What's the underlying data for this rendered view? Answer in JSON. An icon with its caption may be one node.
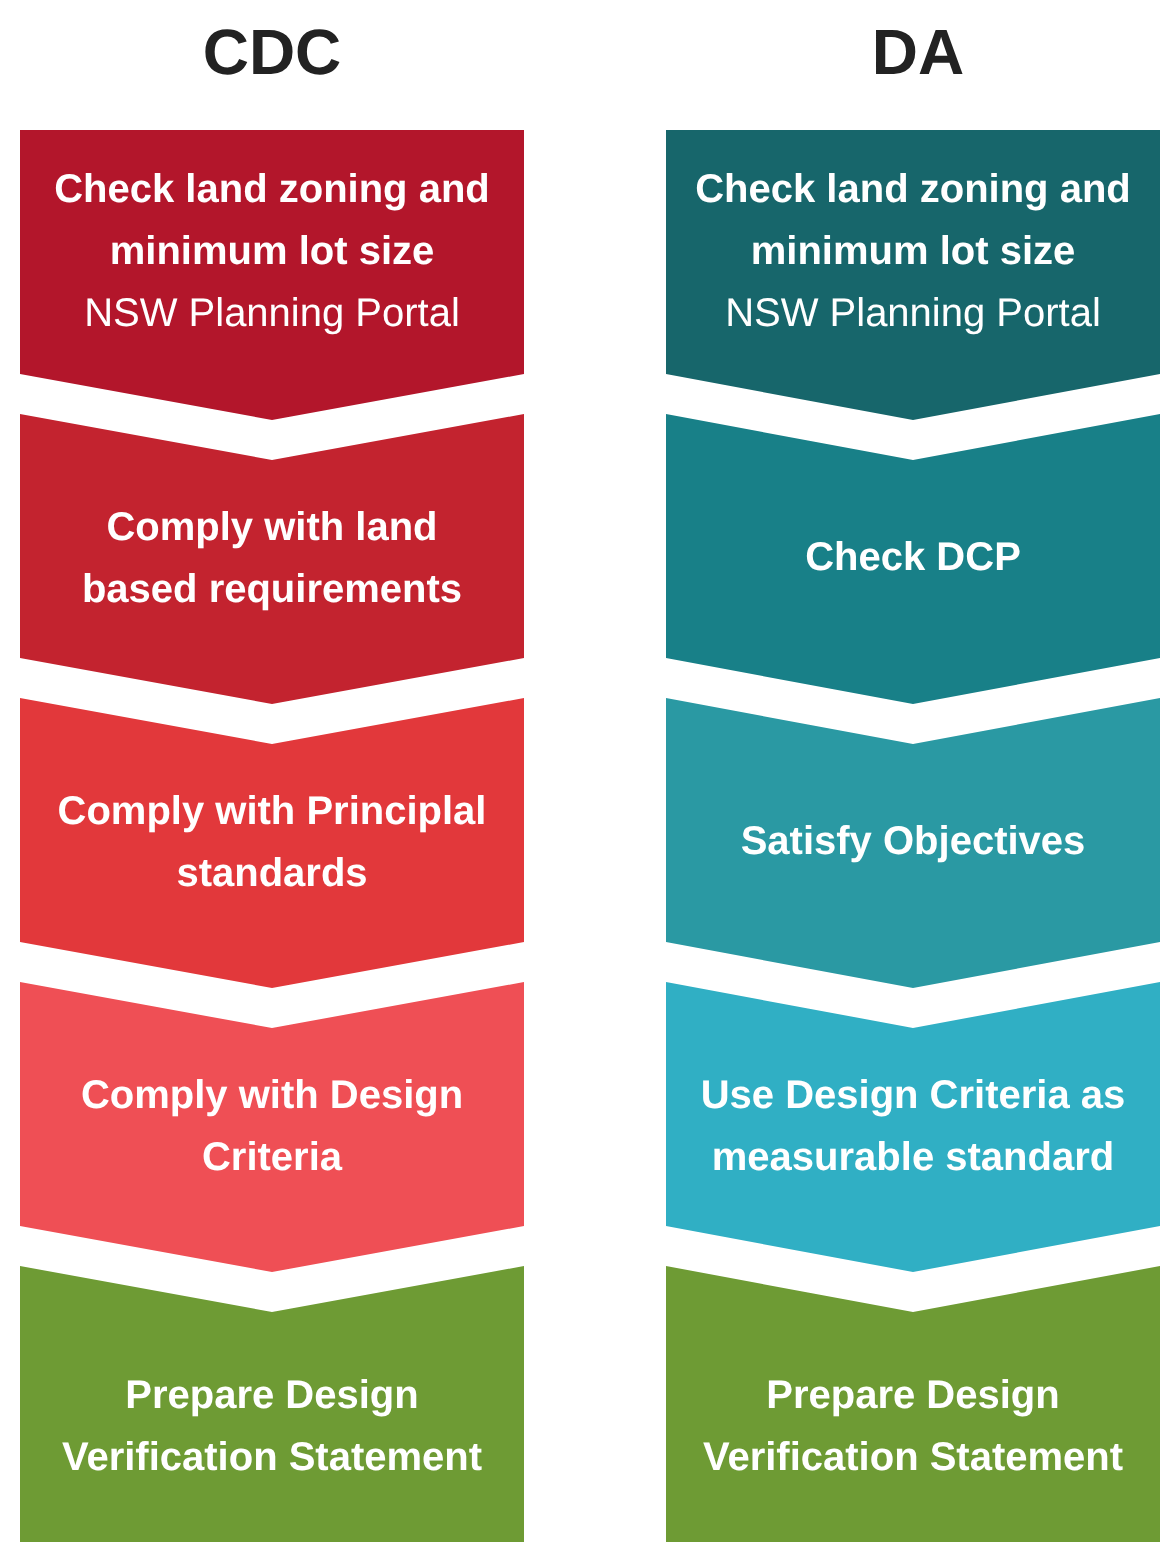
{
  "diagram": {
    "nodes": [
      {
        "text": [
          "Check land zoning and minimum lot size",
          "NSW Planning Portal"
        ]
      },
      {
        "text": [
          "Comply with land based requirements"
        ]
      },
      {
        "text": [
          "Comply with Principlal standards"
        ]
      },
      {
        "text": [
          "Comply with Design Criteria"
        ]
      },
      {
        "text": [
          "Prepare Design Verification Statement"
        ]
      },
      {
        "text": [
          "Check land zoning and minimum lot size",
          "NSW Planning Portal"
        ]
      },
      {
        "text": [
          "Check DCP"
        ]
      },
      {
        "text": [
          "Satisfy Objectives"
        ]
      },
      {
        "text": [
          "Use Design Criteria as measurable standard"
        ]
      },
      {
        "text": [
          "Prepare Design Verification Statement"
        ]
      }
    ],
    "edges": [],
    "labels": [
      "CDC",
      "DA"
    ]
  }
}
